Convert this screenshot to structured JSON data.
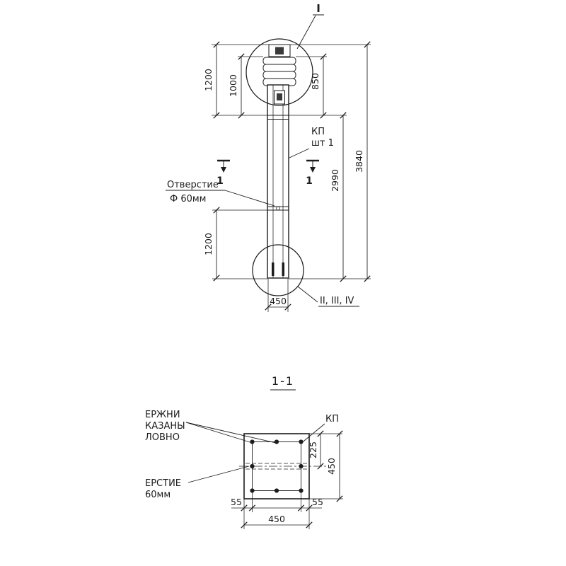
{
  "colors": {
    "ink": "#1c1c1c",
    "paper": "#ffffff"
  },
  "elevation": {
    "detail_top_label": "I",
    "detail_bottom_label": "II, III, IV",
    "part_label": "КП",
    "part_qty": "шт 1",
    "hole_note_line1": "Отверстие",
    "hole_note_line2": "Ф 60мм",
    "section_cut_left": "1",
    "section_cut_right": "1",
    "dims": {
      "top_left_outer": "1200",
      "top_left_inner": "1000",
      "top_right": "850",
      "shaft_right": "2990",
      "overall_right": "3840",
      "bottom_left": "1200",
      "width_bottom": "450"
    }
  },
  "section": {
    "title": "1-1",
    "rebar_note": {
      "line1": "ЕРЖНИ",
      "line2": "КАЗАНЫ",
      "line3": "ЛОВНО"
    },
    "part_label": "КП",
    "hole_note": {
      "line1": "ЕРСТИЕ",
      "line2": "60мм"
    },
    "dims": {
      "hole_offset_right": "225",
      "height_right": "450",
      "cover_left": "55",
      "cover_right": "55",
      "width_bottom": "450"
    }
  }
}
